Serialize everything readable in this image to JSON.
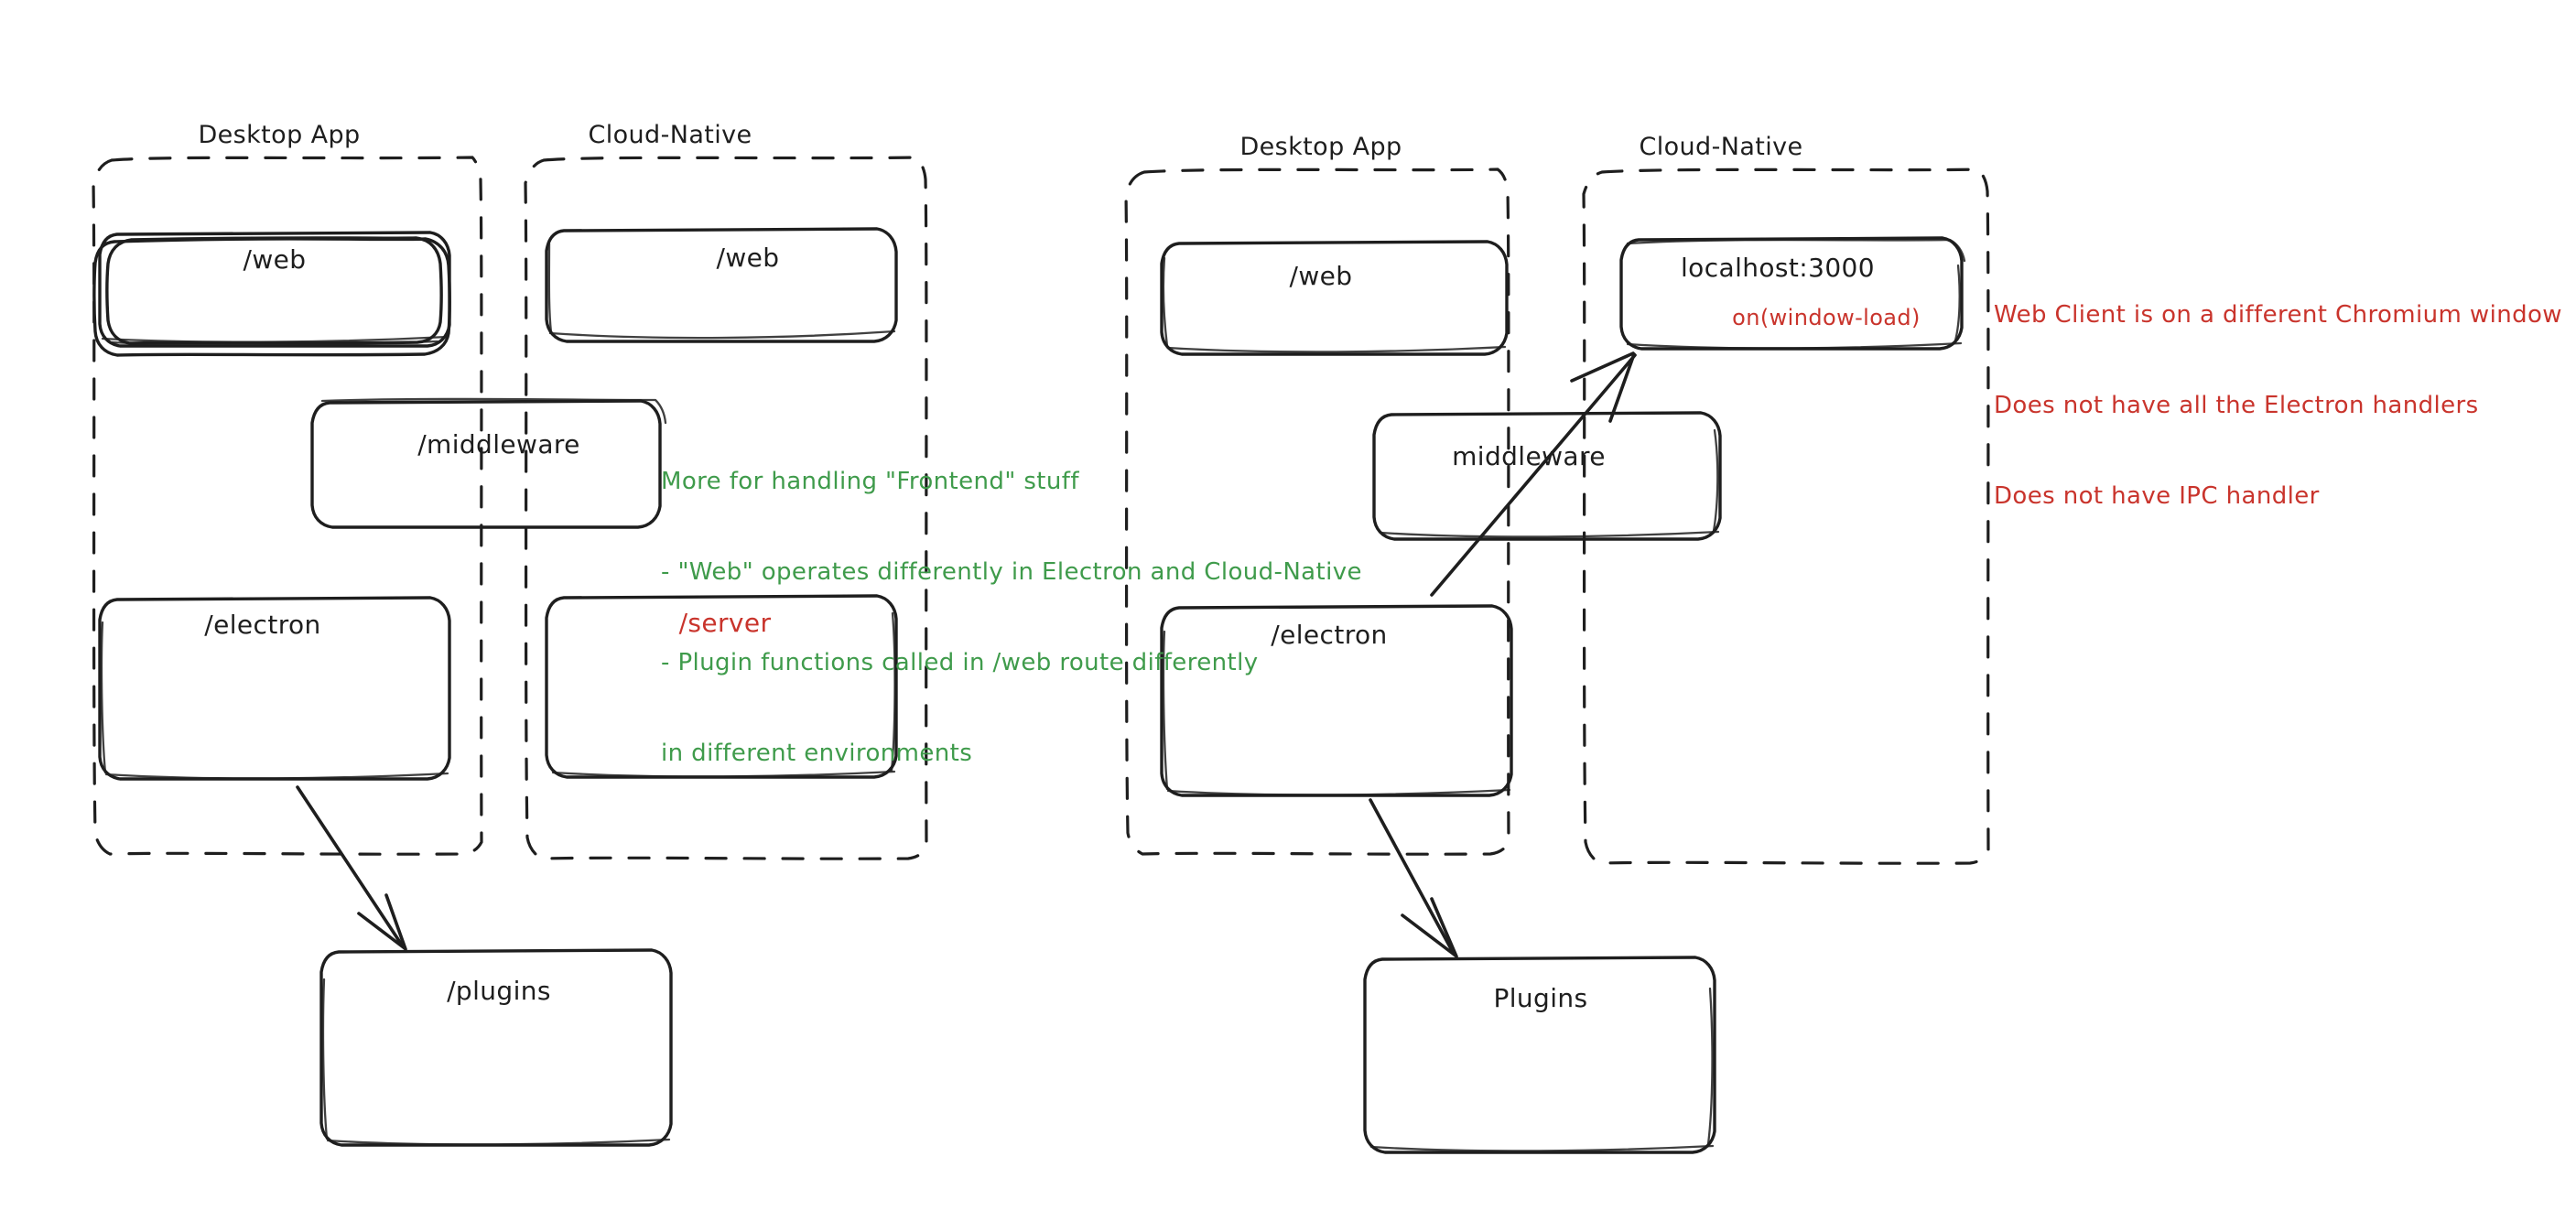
{
  "page": {
    "title": "Electron vs Cloud-Native architecture sketch",
    "background": "#ffffff",
    "ink_color": "#1e1e1e",
    "green_color": "#3f9b4b",
    "red_color": "#c9342c"
  },
  "diagrams": [
    {
      "id": "left",
      "name": "current-architecture",
      "groups": [
        {
          "id": "left-desktop",
          "label": "Desktop App",
          "nodes": [
            {
              "id": "l-web",
              "label": "/web",
              "color": "#1e1e1e"
            },
            {
              "id": "l-electron",
              "label": "/electron",
              "color": "#1e1e1e"
            }
          ]
        },
        {
          "id": "left-cloud",
          "label": "Cloud-Native",
          "nodes": [
            {
              "id": "l-web-cloud",
              "label": "/web",
              "color": "#1e1e1e"
            },
            {
              "id": "l-server",
              "label": "/server",
              "color": "#c9342c"
            }
          ]
        }
      ],
      "shared_nodes": [
        {
          "id": "l-middleware",
          "label": "/middleware",
          "color": "#1e1e1e"
        }
      ],
      "outside_nodes": [
        {
          "id": "l-plugins",
          "label": "/plugins",
          "color": "#1e1e1e"
        }
      ],
      "arrows": [
        {
          "id": "l-electron-to-plugins",
          "from": "/electron",
          "to": "/plugins"
        }
      ]
    },
    {
      "id": "right",
      "name": "cloud-native-runtime",
      "groups": [
        {
          "id": "right-desktop",
          "label": "Desktop App",
          "nodes": [
            {
              "id": "r-web",
              "label": "/web",
              "color": "#1e1e1e"
            },
            {
              "id": "r-electron",
              "label": "/electron",
              "color": "#1e1e1e"
            }
          ]
        },
        {
          "id": "right-cloud",
          "label": "Cloud-Native",
          "nodes": [
            {
              "id": "r-localhost",
              "label": "localhost:3000",
              "sub_label": "on(window-load)",
              "color": "#1e1e1e",
              "sub_color": "#c9342c"
            }
          ]
        }
      ],
      "shared_nodes": [
        {
          "id": "r-middleware",
          "label": "middleware",
          "color": "#1e1e1e"
        }
      ],
      "outside_nodes": [
        {
          "id": "r-plugins",
          "label": "Plugins",
          "color": "#1e1e1e"
        }
      ],
      "arrows": [
        {
          "id": "r-electron-to-plugins",
          "from": "/electron",
          "to": "Plugins"
        },
        {
          "id": "r-electron-to-localhost",
          "from": "/electron",
          "to": "localhost:3000"
        }
      ]
    }
  ],
  "annotations": [
    {
      "id": "green-note",
      "color": "#3f9b4b",
      "lines": [
        "More for handling \"Frontend\" stuff",
        "- \"Web\" operates differently in Electron and Cloud-Native",
        "- Plugin functions called in /web route differently",
        "in different environments"
      ]
    },
    {
      "id": "red-note",
      "color": "#c9342c",
      "lines": [
        "Web Client is on a different Chromium window",
        "Does not have all the Electron handlers",
        "Does not have IPC handler"
      ]
    }
  ]
}
